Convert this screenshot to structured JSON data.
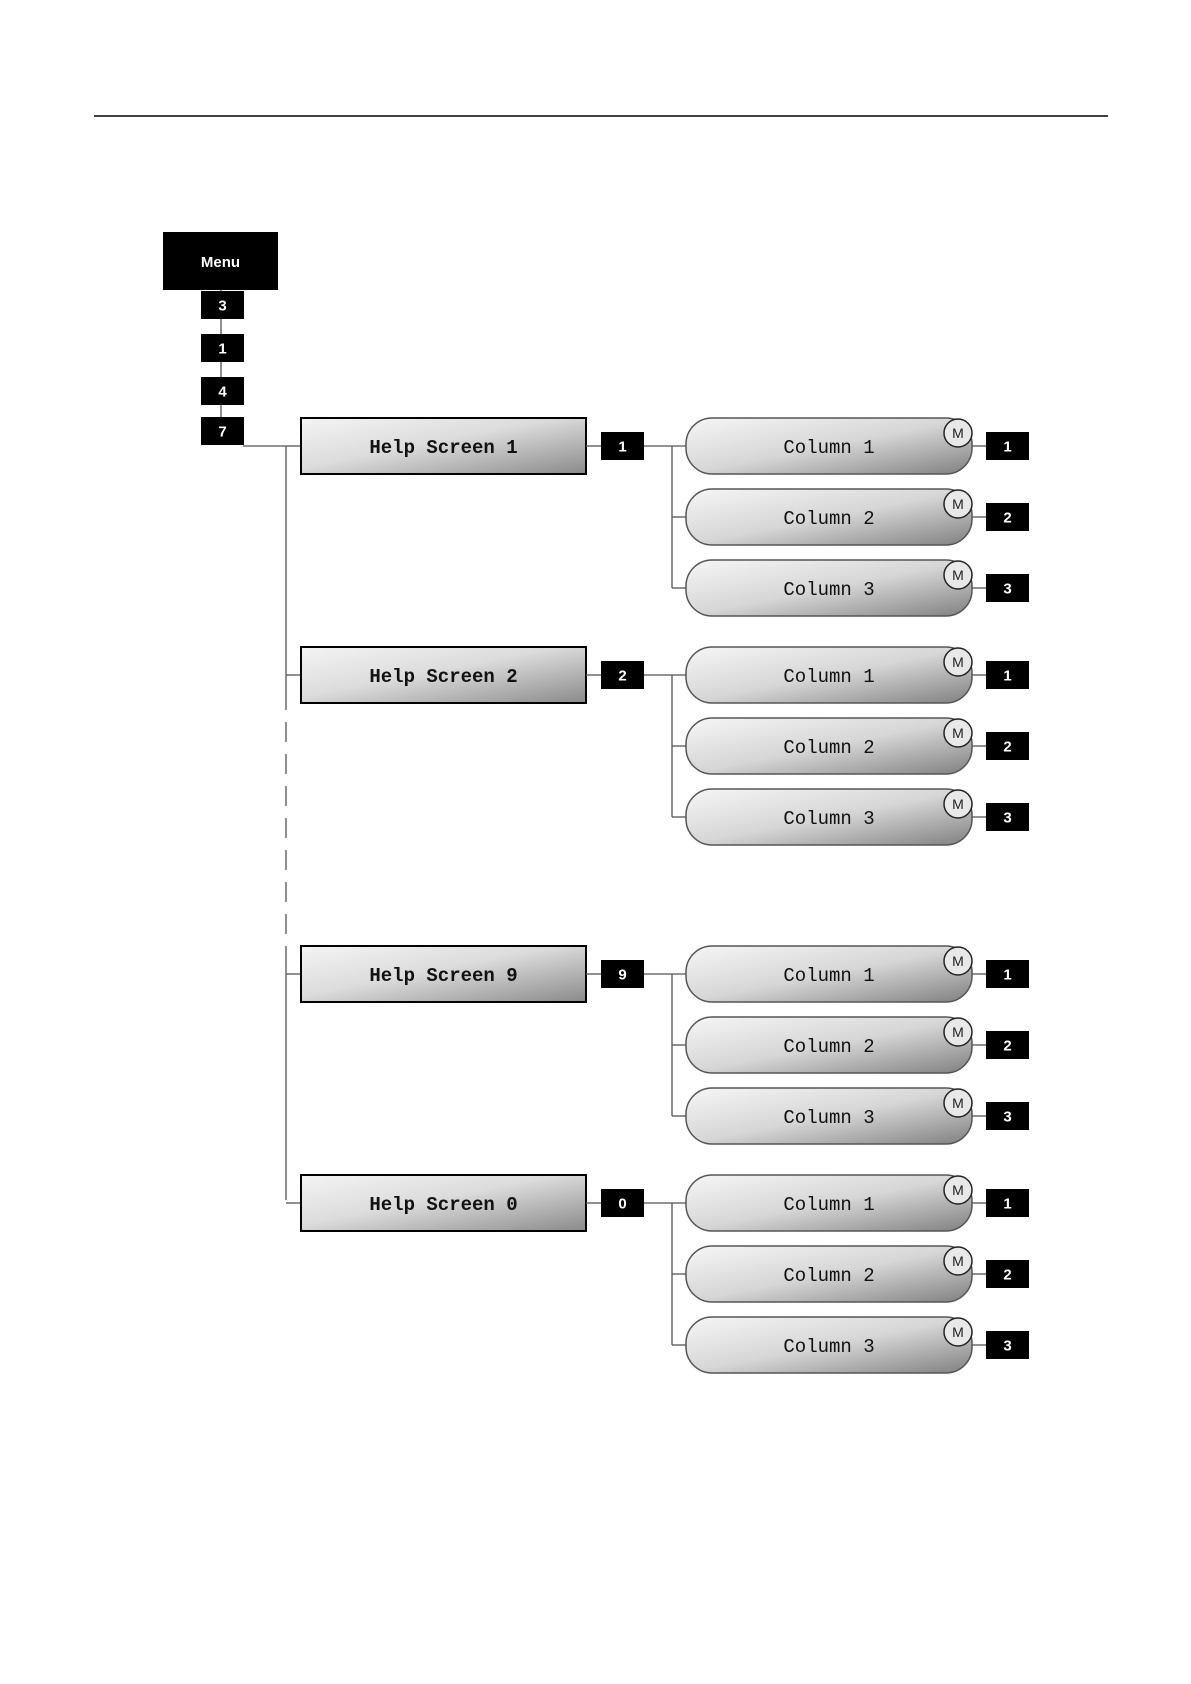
{
  "menu": {
    "label": "Menu"
  },
  "key_path": [
    "3",
    "1",
    "4",
    "7"
  ],
  "help_screens": [
    {
      "title": "Help Screen 1",
      "key": "1",
      "columns": [
        {
          "label": "Column 1",
          "badge": "M",
          "key": "1"
        },
        {
          "label": "Column 2",
          "badge": "M",
          "key": "2"
        },
        {
          "label": "Column 3",
          "badge": "M",
          "key": "3"
        }
      ]
    },
    {
      "title": "Help Screen 2",
      "key": "2",
      "columns": [
        {
          "label": "Column 1",
          "badge": "M",
          "key": "1"
        },
        {
          "label": "Column 2",
          "badge": "M",
          "key": "2"
        },
        {
          "label": "Column 3",
          "badge": "M",
          "key": "3"
        }
      ]
    },
    {
      "title": "Help Screen 9",
      "key": "9",
      "columns": [
        {
          "label": "Column 1",
          "badge": "M",
          "key": "1"
        },
        {
          "label": "Column 2",
          "badge": "M",
          "key": "2"
        },
        {
          "label": "Column 3",
          "badge": "M",
          "key": "3"
        }
      ]
    },
    {
      "title": "Help Screen 0",
      "key": "0",
      "columns": [
        {
          "label": "Column 1",
          "badge": "M",
          "key": "1"
        },
        {
          "label": "Column 2",
          "badge": "M",
          "key": "2"
        },
        {
          "label": "Column 3",
          "badge": "M",
          "key": "3"
        }
      ]
    }
  ],
  "colors": {
    "key_box": "#000000",
    "key_text": "#ffffff",
    "box_light": "#f2f2f2",
    "box_dark": "#8c8c8c",
    "connector": "#555555"
  }
}
